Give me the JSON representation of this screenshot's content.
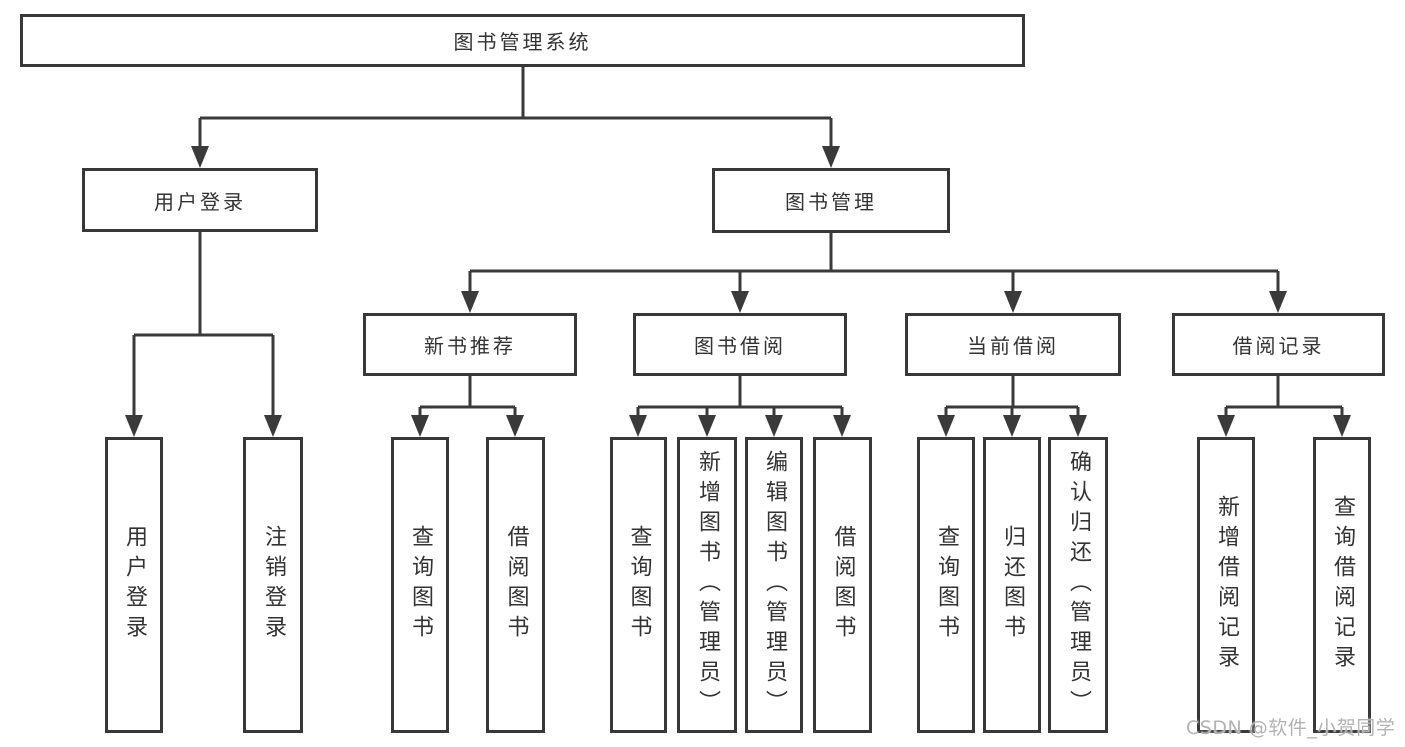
{
  "nodes": {
    "root": "图书管理系统",
    "user_login_group": "用户登录",
    "book_mgmt_group": "图书管理",
    "new_book_rec": "新书推荐",
    "book_borrow": "图书借阅",
    "current_borrow": "当前借阅",
    "borrow_record": "借阅记录",
    "leaf_user_login": "用户登录",
    "leaf_logout": "注销登录",
    "leaf_nb_query": "查询图书",
    "leaf_nb_borrow": "借阅图书",
    "leaf_bb_query": "查询图书",
    "leaf_bb_add": "新增图书（管理员）",
    "leaf_bb_edit": "编辑图书（管理员）",
    "leaf_bb_borrow": "借阅图书",
    "leaf_cb_query": "查询图书",
    "leaf_cb_return": "归还图书",
    "leaf_cb_confirm": "确认归还（管理员）",
    "leaf_br_add": "新增借阅记录",
    "leaf_br_query": "查询借阅记录"
  },
  "watermark": "CSDN @软件_小贺同学",
  "colors": {
    "line": "#3a3a3a",
    "box_border": "#383838",
    "text": "#333333",
    "watermark": "#b3b3b3",
    "background": "#ffffff"
  }
}
